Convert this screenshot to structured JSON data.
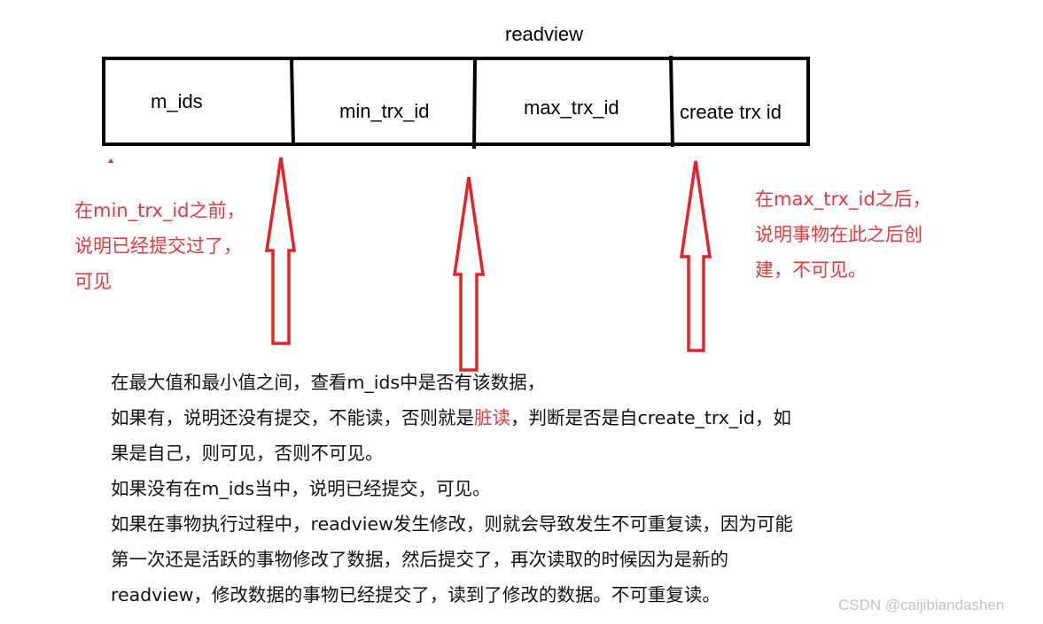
{
  "diagram": {
    "title": "readview",
    "fields": [
      "m_ids",
      "min_trx_id",
      "max_trx_id",
      "create trx id"
    ]
  },
  "annotations": {
    "left_note": [
      "在min_trx_id之前，",
      "说明已经提交过了，",
      "可见"
    ],
    "right_note": [
      "在max_trx_id之后，",
      "说明事物在此之后创",
      "建，不可见。"
    ]
  },
  "explanation": {
    "line1": "在最大值和最小值之间，查看m_ids中是否有该数据，",
    "line2_before": "如果有，说明还没有提交，不能读，否则就是",
    "line2_highlight": "脏读",
    "line2_after": "，判断是否是自create_trx_id，如",
    "line3": "果是自己，则可见，否则不可见。",
    "line4": "如果没有在m_ids当中，说明已经提交，可见。",
    "line5": "如果在事物执行过程中，readview发生修改，则就会导致发生不可重复读，因为可能",
    "line6": "第一次还是活跃的事物修改了数据，然后提交了，再次读取的时候因为是新的",
    "line7": "readview，修改数据的事物已经提交了，读到了修改的数据。不可重复读。"
  },
  "watermark": "CSDN @caijibiandashen",
  "colors": {
    "accent": "#e8383d",
    "stroke": "#000000",
    "arrow": "#e52228"
  }
}
